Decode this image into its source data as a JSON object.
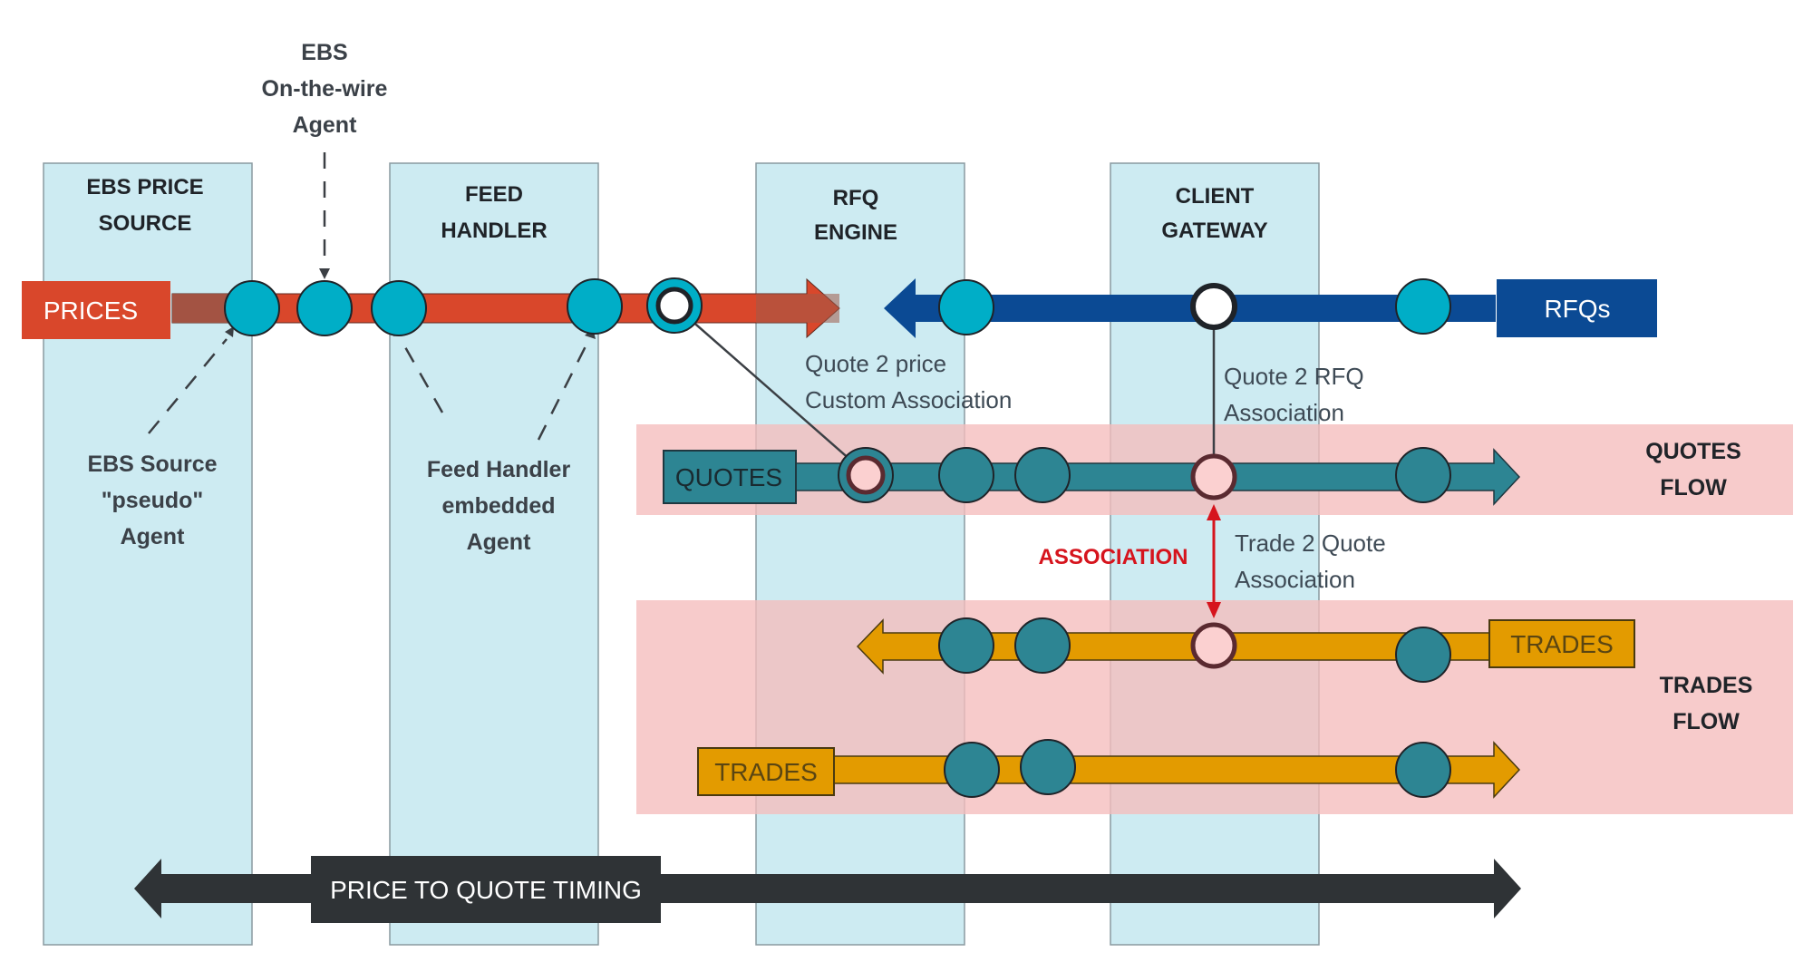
{
  "colors": {
    "column_fill": "#cdebf2",
    "column_stroke": "#8a9aa0",
    "band_fill": "#f7c6c6",
    "prices_red": "#d9472b",
    "rfq_blue": "#0b4a94",
    "quotes_teal": "#2d8593",
    "trades_orange": "#e39b00",
    "node_cyan": "#00aec7",
    "node_teal": "#2d8593",
    "timing_dark": "#2f3336",
    "association_red": "#d6141d",
    "text_dark": "#333b44",
    "text_grey": "#3e4a55"
  },
  "columns": [
    {
      "line1": "EBS PRICE",
      "line2": "SOURCE"
    },
    {
      "line1": "FEED",
      "line2": "HANDLER"
    },
    {
      "line1": "RFQ",
      "line2": "ENGINE"
    },
    {
      "line1": "CLIENT",
      "line2": "GATEWAY"
    }
  ],
  "flows": {
    "prices_label": "PRICES",
    "rfqs_label": "RFQs",
    "quotes_label": "QUOTES",
    "trades_in_label": "TRADES",
    "trades_out_label": "TRADES",
    "timing_label": "PRICE TO QUOTE TIMING"
  },
  "bands": {
    "quotes": {
      "line1": "QUOTES",
      "line2": "FLOW"
    },
    "trades": {
      "line1": "TRADES",
      "line2": "FLOW"
    }
  },
  "agents": {
    "on_wire": {
      "line1": "EBS",
      "line2": "On-the-wire",
      "line3": "Agent"
    },
    "pseudo": {
      "line1": "EBS Source",
      "line2": "\"pseudo\"",
      "line3": "Agent"
    },
    "embedded": {
      "line1": "Feed Handler",
      "line2": "embedded",
      "line3": "Agent"
    }
  },
  "annotations": {
    "quote_price": {
      "line1": "Quote 2 price",
      "line2": "Custom Association"
    },
    "quote_rfq": {
      "line1": "Quote 2 RFQ",
      "line2": "Association"
    },
    "trade_quote": {
      "line1": "Trade 2 Quote",
      "line2": "Association"
    },
    "association": "ASSOCIATION"
  }
}
